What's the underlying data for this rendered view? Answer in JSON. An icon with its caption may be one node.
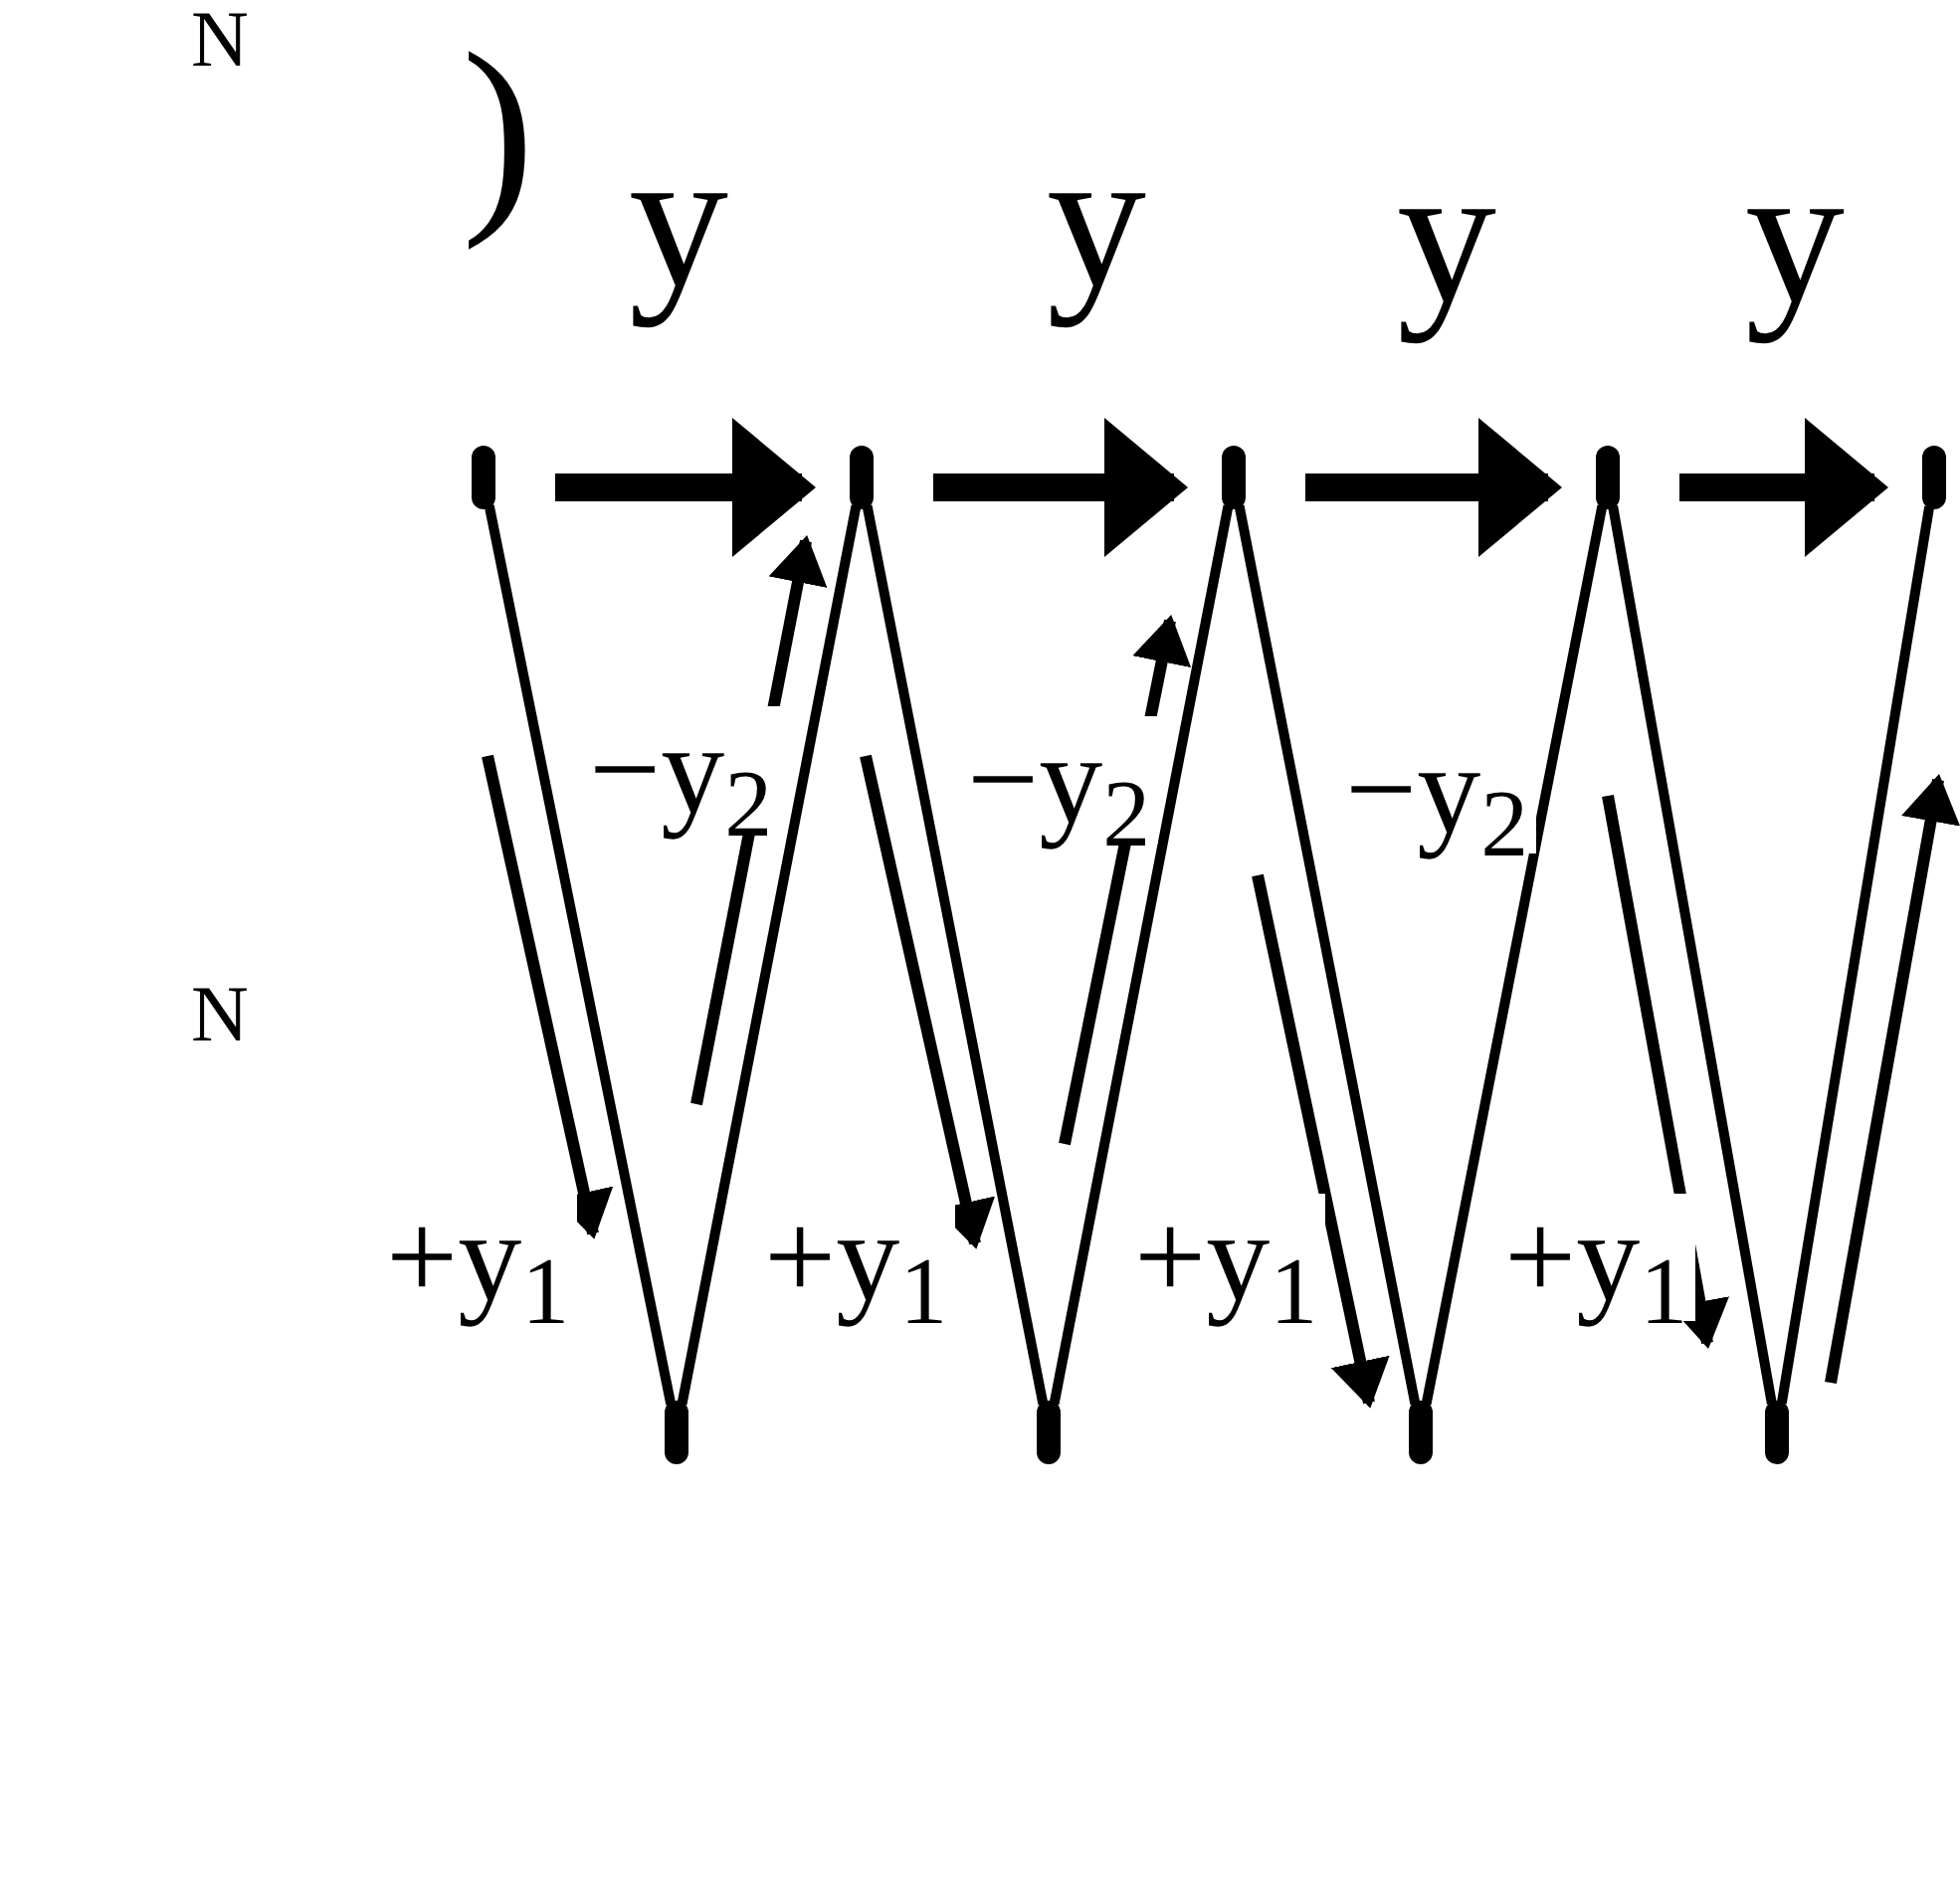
{
  "diagram": {
    "nodes": [
      {
        "text": [],
        "shape": "circle"
      },
      {
        "text": [],
        "shape": "circle"
      },
      {
        "text": [],
        "shape": "circle"
      },
      {
        "text": [],
        "shape": "circle"
      },
      {
        "text": [],
        "shape": "circle"
      },
      {
        "text": [],
        "shape": "circle"
      },
      {
        "text": [],
        "shape": "circle"
      },
      {
        "text": [],
        "shape": "circle"
      },
      {
        "text": [],
        "shape": "circle"
      }
    ],
    "edges": [
      {
        "from": 0,
        "to": 5,
        "arrow": "none"
      },
      {
        "from": 5,
        "to": 1,
        "arrow": "none"
      },
      {
        "from": 1,
        "to": 6,
        "arrow": "none"
      },
      {
        "from": 6,
        "to": 2,
        "arrow": "none"
      },
      {
        "from": 2,
        "to": 7,
        "arrow": "none"
      },
      {
        "from": 7,
        "to": 3,
        "arrow": "none"
      },
      {
        "from": 3,
        "to": 8,
        "arrow": "none"
      },
      {
        "from": 8,
        "to": 4,
        "arrow": "none"
      },
      {
        "from": 0,
        "to": 1,
        "arrow": "to",
        "style": "thick"
      },
      {
        "from": 1,
        "to": 2,
        "arrow": "to",
        "style": "thick"
      },
      {
        "from": 2,
        "to": 3,
        "arrow": "to",
        "style": "thick"
      },
      {
        "from": 3,
        "to": 4,
        "arrow": "to",
        "style": "thick"
      }
    ],
    "labels": [
      "N",
      ")",
      "y",
      "y",
      "y",
      "y",
      "−y$_{2}$",
      "−y$_{2}$",
      "−y$_{2}$",
      "N",
      "+y$_{1}$",
      "+y$_{1}$",
      "+y$_{1}$",
      "+y$_{1}$"
    ]
  }
}
